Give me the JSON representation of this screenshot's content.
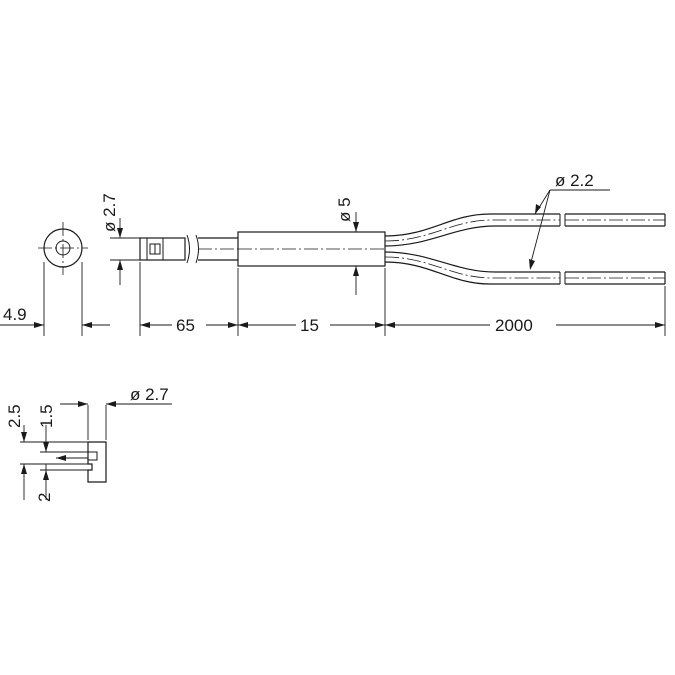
{
  "dimensions": {
    "end_view_width": "4.9",
    "sensor_head_diameter": "ø 2.7",
    "sensor_head_length": "65",
    "sleeve_diameter": "ø 5",
    "sleeve_length": "15",
    "cable_length": "2000",
    "cable_diameter": "ø 2.2",
    "detail_height_top": "2.5",
    "detail_height_mid": "1.5",
    "detail_height_bottom": "2",
    "detail_diameter": "ø 2.7"
  }
}
